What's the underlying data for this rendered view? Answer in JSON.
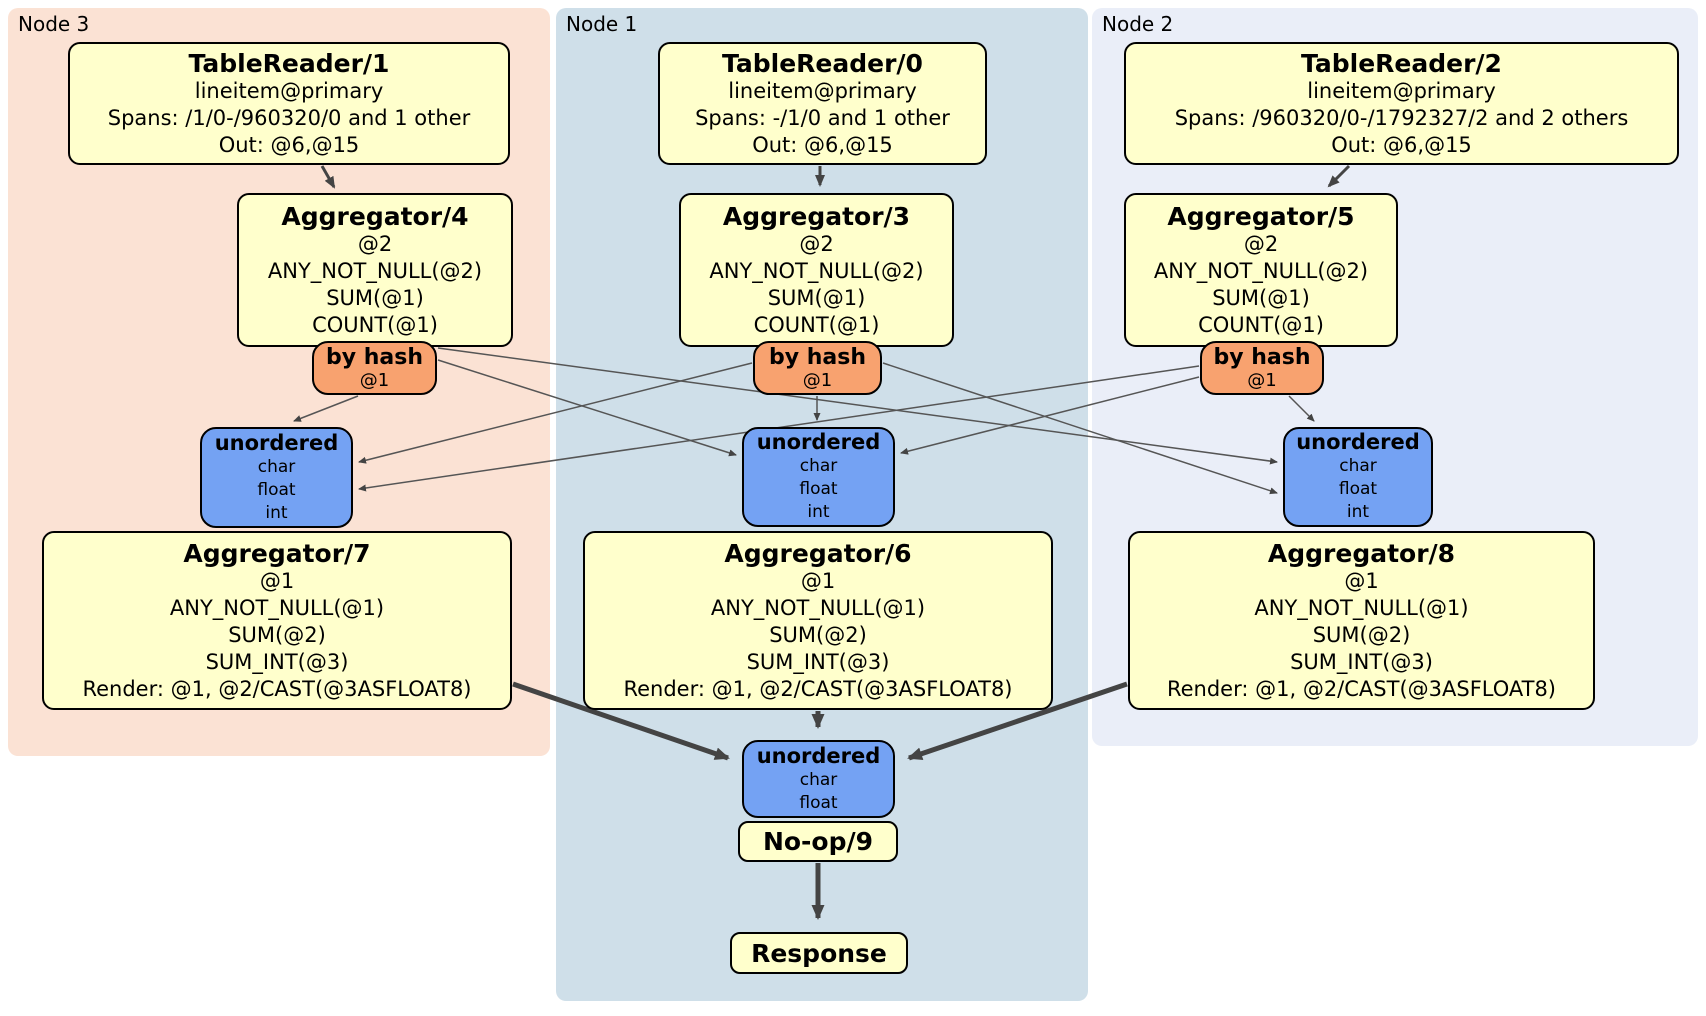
{
  "groups": [
    {
      "label": "Node 3"
    },
    {
      "label": "Node 1"
    },
    {
      "label": "Node 2"
    }
  ],
  "colors": {
    "processor_fill": "#ffffcc",
    "hash_router_fill": "#f8a26f",
    "sync_fill": "#74a2f3",
    "node3_bg": "#fbe2d4",
    "node1_bg": "#cfdfe9",
    "node2_bg": "#eaeef8",
    "edge": "#444444"
  },
  "boxes": {
    "tr1": {
      "title": "TableReader/1",
      "lines": [
        "lineitem@primary",
        "Spans: /1/0-/960320/0 and 1 other",
        "Out: @6,@15"
      ]
    },
    "agg4": {
      "title": "Aggregator/4",
      "lines": [
        "@2",
        "ANY_NOT_NULL(@2)",
        "SUM(@1)",
        "COUNT(@1)"
      ]
    },
    "hash3": {
      "title": "by hash",
      "lines": [
        "@1"
      ]
    },
    "un3": {
      "title": "unordered",
      "lines": [
        "char",
        "float",
        "int"
      ]
    },
    "agg7": {
      "title": "Aggregator/7",
      "lines": [
        "@1",
        "ANY_NOT_NULL(@1)",
        "SUM(@2)",
        "SUM_INT(@3)",
        "Render: @1, @2/CAST(@3ASFLOAT8)"
      ]
    },
    "tr0": {
      "title": "TableReader/0",
      "lines": [
        "lineitem@primary",
        "Spans: -/1/0 and 1 other",
        "Out: @6,@15"
      ]
    },
    "agg3": {
      "title": "Aggregator/3",
      "lines": [
        "@2",
        "ANY_NOT_NULL(@2)",
        "SUM(@1)",
        "COUNT(@1)"
      ]
    },
    "hash1": {
      "title": "by hash",
      "lines": [
        "@1"
      ]
    },
    "un1": {
      "title": "unordered",
      "lines": [
        "char",
        "float",
        "int"
      ]
    },
    "agg6": {
      "title": "Aggregator/6",
      "lines": [
        "@1",
        "ANY_NOT_NULL(@1)",
        "SUM(@2)",
        "SUM_INT(@3)",
        "Render: @1, @2/CAST(@3ASFLOAT8)"
      ]
    },
    "tr2": {
      "title": "TableReader/2",
      "lines": [
        "lineitem@primary",
        "Spans: /960320/0-/1792327/2 and 2 others",
        "Out: @6,@15"
      ]
    },
    "agg5": {
      "title": "Aggregator/5",
      "lines": [
        "@2",
        "ANY_NOT_NULL(@2)",
        "SUM(@1)",
        "COUNT(@1)"
      ]
    },
    "hash2": {
      "title": "by hash",
      "lines": [
        "@1"
      ]
    },
    "un2": {
      "title": "unordered",
      "lines": [
        "char",
        "float",
        "int"
      ]
    },
    "agg8": {
      "title": "Aggregator/8",
      "lines": [
        "@1",
        "ANY_NOT_NULL(@1)",
        "SUM(@2)",
        "SUM_INT(@3)",
        "Render: @1, @2/CAST(@3ASFLOAT8)"
      ]
    },
    "unf": {
      "title": "unordered",
      "lines": [
        "char",
        "float"
      ]
    },
    "noop": {
      "title": "No-op/9",
      "lines": []
    },
    "resp": {
      "title": "Response",
      "lines": []
    }
  }
}
